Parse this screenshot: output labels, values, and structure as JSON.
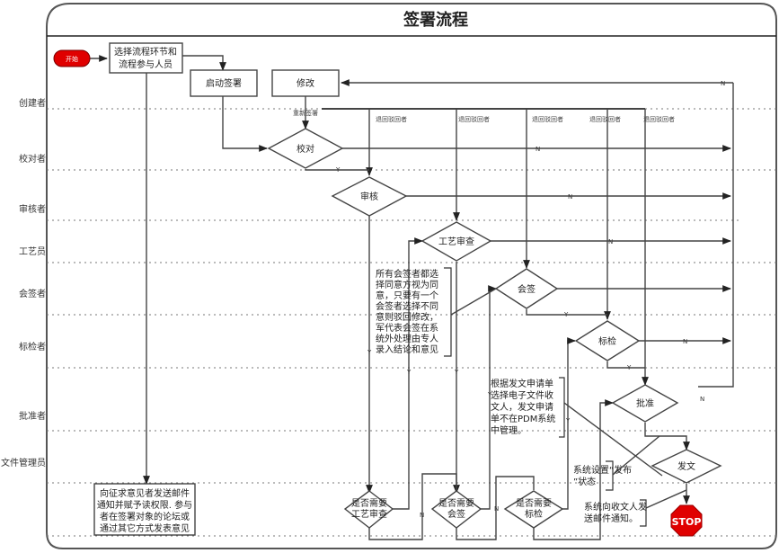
{
  "title": "签署流程",
  "lanes": [
    "创建者",
    "校对者",
    "审核者",
    "工艺员",
    "会签者",
    "标检者",
    "批准者",
    "文件管理员"
  ],
  "nodes": {
    "start": "开始",
    "select": [
      "选择流程环节和",
      "流程参与人员"
    ],
    "launch": "启动签署",
    "modify": "修改",
    "proofread": "校对",
    "review": "审核",
    "process_review": "工艺审查",
    "countersign": "会签",
    "standard_check": "标检",
    "approve": "批准",
    "issue": "发文",
    "stop": "STOP",
    "need_process": [
      "是否需要",
      "工艺审查"
    ],
    "need_countersign": [
      "是否需要",
      "会签"
    ],
    "need_standard": [
      "是否需要",
      "标检"
    ],
    "notify": [
      "向征求意见者发送邮件",
      "通知并赋予读权限. 参与",
      "者在签署对象的论坛或",
      "通过其它方式发表意见"
    ]
  },
  "edge_labels": {
    "resign": "重新签署",
    "reject": "退回驳回者",
    "yes": "Y",
    "no": "N"
  },
  "notes": {
    "countersign_note": [
      "所有会签者都选",
      "择同意方视为同",
      "意，只要有一个",
      "会签者选择不同",
      "意则驳回修改，",
      "军代表会签在系",
      "统外处理由专人",
      "录入结论和意见"
    ],
    "issue_note": [
      "根据发文申请单",
      "选择电子文件收",
      "文人，发文申请",
      "单不在PDM系统",
      "中管理。"
    ],
    "publish_note": [
      "系统设置“发布",
      "”状态"
    ],
    "mail_note": [
      "系统向收文人发",
      "送邮件通知。"
    ]
  },
  "colors": {
    "start_fill": "#e00000",
    "stop_fill": "#e00000"
  }
}
